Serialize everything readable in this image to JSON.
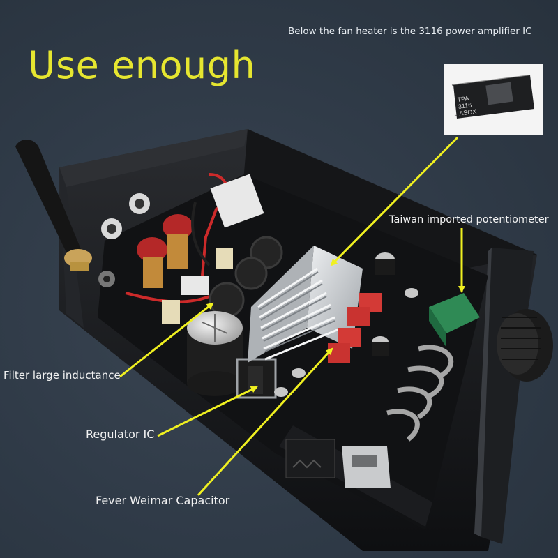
{
  "headline": "Use enough",
  "labels": {
    "fan_heater": "Below the fan heater is the 3116 power amplifier IC",
    "potentiometer": "Taiwan imported potentiometer",
    "inductance": "Filter large inductance",
    "regulator": "Regulator IC",
    "capacitor": "Fever Weimar Capacitor"
  },
  "chip_marking": [
    "TPA",
    "3116",
    "ASOX"
  ],
  "colors": {
    "background": "#2f3a47",
    "headline": "#e6e630",
    "arrow": "#f0f020",
    "enclosure": "#1a1c1f",
    "pcb": "#111214",
    "capacitor_red": "#d33a36",
    "potentiometer_green": "#2f8a55",
    "heatsink": "#c9ccd0"
  }
}
